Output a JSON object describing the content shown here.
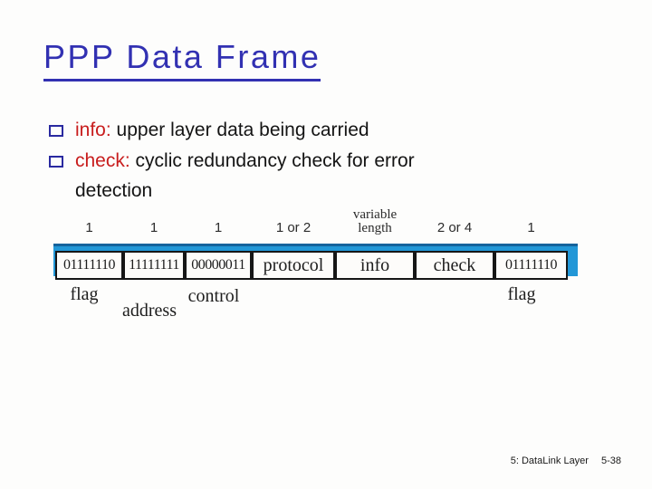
{
  "title": "PPP Data Frame",
  "bullets": [
    {
      "term": "info:",
      "text": " upper layer data being carried"
    },
    {
      "term": "check:",
      "text": " cyclic redundancy check for error\ndetection"
    }
  ],
  "frame": {
    "fields": [
      {
        "size": "1",
        "value": "01111110",
        "label": "flag"
      },
      {
        "size": "1",
        "value": "11111111",
        "label": "address"
      },
      {
        "size": "1",
        "value": "00000011",
        "label": "control"
      },
      {
        "size": "1 or 2",
        "value": "protocol",
        "label": ""
      },
      {
        "size": "variable\nlength",
        "value": "info",
        "label": ""
      },
      {
        "size": "2 or 4",
        "value": "check",
        "label": ""
      },
      {
        "size": "1",
        "value": "01111110",
        "label": "flag"
      }
    ]
  },
  "footer": {
    "section": "5: DataLink Layer",
    "page": "5-38"
  },
  "colors": {
    "title": "#3231b2",
    "emphasis": "#c81d1d",
    "bullet_square": "#2a2aa0",
    "bar": "#2297d7"
  }
}
